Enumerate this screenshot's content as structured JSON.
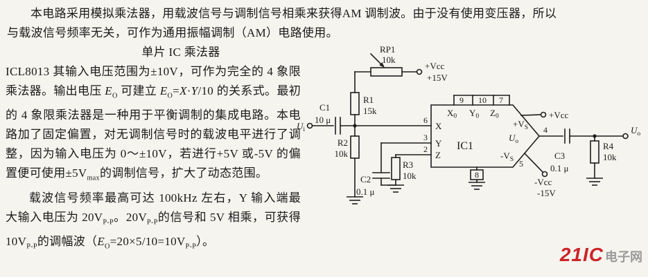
{
  "article": {
    "p1_lines": [
      "本电路采用模拟乘法器，用载波信号与调制信号相乘来获得AM 调制波。由于没有使用变压器，所以",
      "与载波信号频率无关，可作为通用振幅调制（AM）电路使用。"
    ],
    "subheading": "单片 IC 乘法器",
    "p2": [
      {
        "t": "ICL8013 其输入电压范围为±10V，可作为完全的 4 象限乘法器。输出电压 "
      },
      {
        "t": "E",
        "i": true
      },
      {
        "t": "O",
        "sub": true
      },
      {
        "t": " 可建立 "
      },
      {
        "t": "E",
        "i": true
      },
      {
        "t": "O",
        "sub": true
      },
      {
        "t": "="
      },
      {
        "t": "X",
        "i": true
      },
      {
        "t": "·"
      },
      {
        "t": "Y",
        "i": true
      },
      {
        "t": "/10 的关系式。最初的 4 象限乘法器是一种用于平衡调制的集成电路。本电路加了固定偏置，对无调制信号时的载波电平进行了调整，因为输入电压为 0～±10V，若进行+5V 或-5V 的偏置便可使用±5V"
      },
      {
        "t": "max",
        "sub": true
      },
      {
        "t": "的调制信号，扩大了动态范围。"
      }
    ],
    "p3": [
      {
        "t": "载波信号频率最高可达 100kHz 左右，Y 输入端最大输入电压为 20V"
      },
      {
        "t": "P-P",
        "sub": true
      },
      {
        "t": "。20V"
      },
      {
        "t": "P-P",
        "sub": true
      },
      {
        "t": "的信号和 5V 相乘，可获得 10V"
      },
      {
        "t": "P-P",
        "sub": true
      },
      {
        "t": "的调幅波（"
      },
      {
        "t": "E",
        "i": true
      },
      {
        "t": "O",
        "sub": true
      },
      {
        "t": "=20×5/10=10V"
      },
      {
        "t": "P-P",
        "sub": true
      },
      {
        "t": "）。"
      }
    ]
  },
  "sch": {
    "ui": {
      "main": "U",
      "sub": "i"
    },
    "uo": {
      "main": "U",
      "sub": "o"
    },
    "c1": {
      "name": "C1",
      "value": "10 μ"
    },
    "c2": {
      "name": "C2",
      "value": "0.1 μ"
    },
    "c3": {
      "name": "C3",
      "value": "0.1 μ"
    },
    "r1": {
      "name": "R1",
      "value": "15k"
    },
    "r2": {
      "name": "R2",
      "value": "10k"
    },
    "r3": {
      "name": "R3",
      "value": "10k"
    },
    "r4": {
      "name": "R4",
      "value": "10k"
    },
    "rp1": {
      "name": "RP1",
      "value": "10k"
    },
    "vcc_top": {
      "l1": "+Vcc",
      "l2": "+15V"
    },
    "vcc_right": "+Vcc",
    "vee": {
      "l1": "-Vcc",
      "l2": "-15V"
    },
    "ic": {
      "name": "IC1",
      "x": "X",
      "y": "Y",
      "z": "Z",
      "x0": {
        "main": "X",
        "sub": "0"
      },
      "y0": {
        "main": "Y",
        "sub": "0"
      },
      "z0": {
        "main": "Z",
        "sub": "0"
      },
      "uo": {
        "main": "U",
        "sub": "o"
      },
      "vsp": {
        "main": "+V",
        "sub": "S"
      },
      "vsm": {
        "main": "-V",
        "sub": "S"
      }
    },
    "pins": {
      "p2": "2",
      "p3": "3",
      "p4": "4",
      "p5": "5",
      "p6": "6",
      "p7": "7",
      "p8": "8",
      "p9": "9",
      "p10": "10"
    }
  },
  "watermark": {
    "brand": "21IC",
    "suffix": "电子网"
  }
}
